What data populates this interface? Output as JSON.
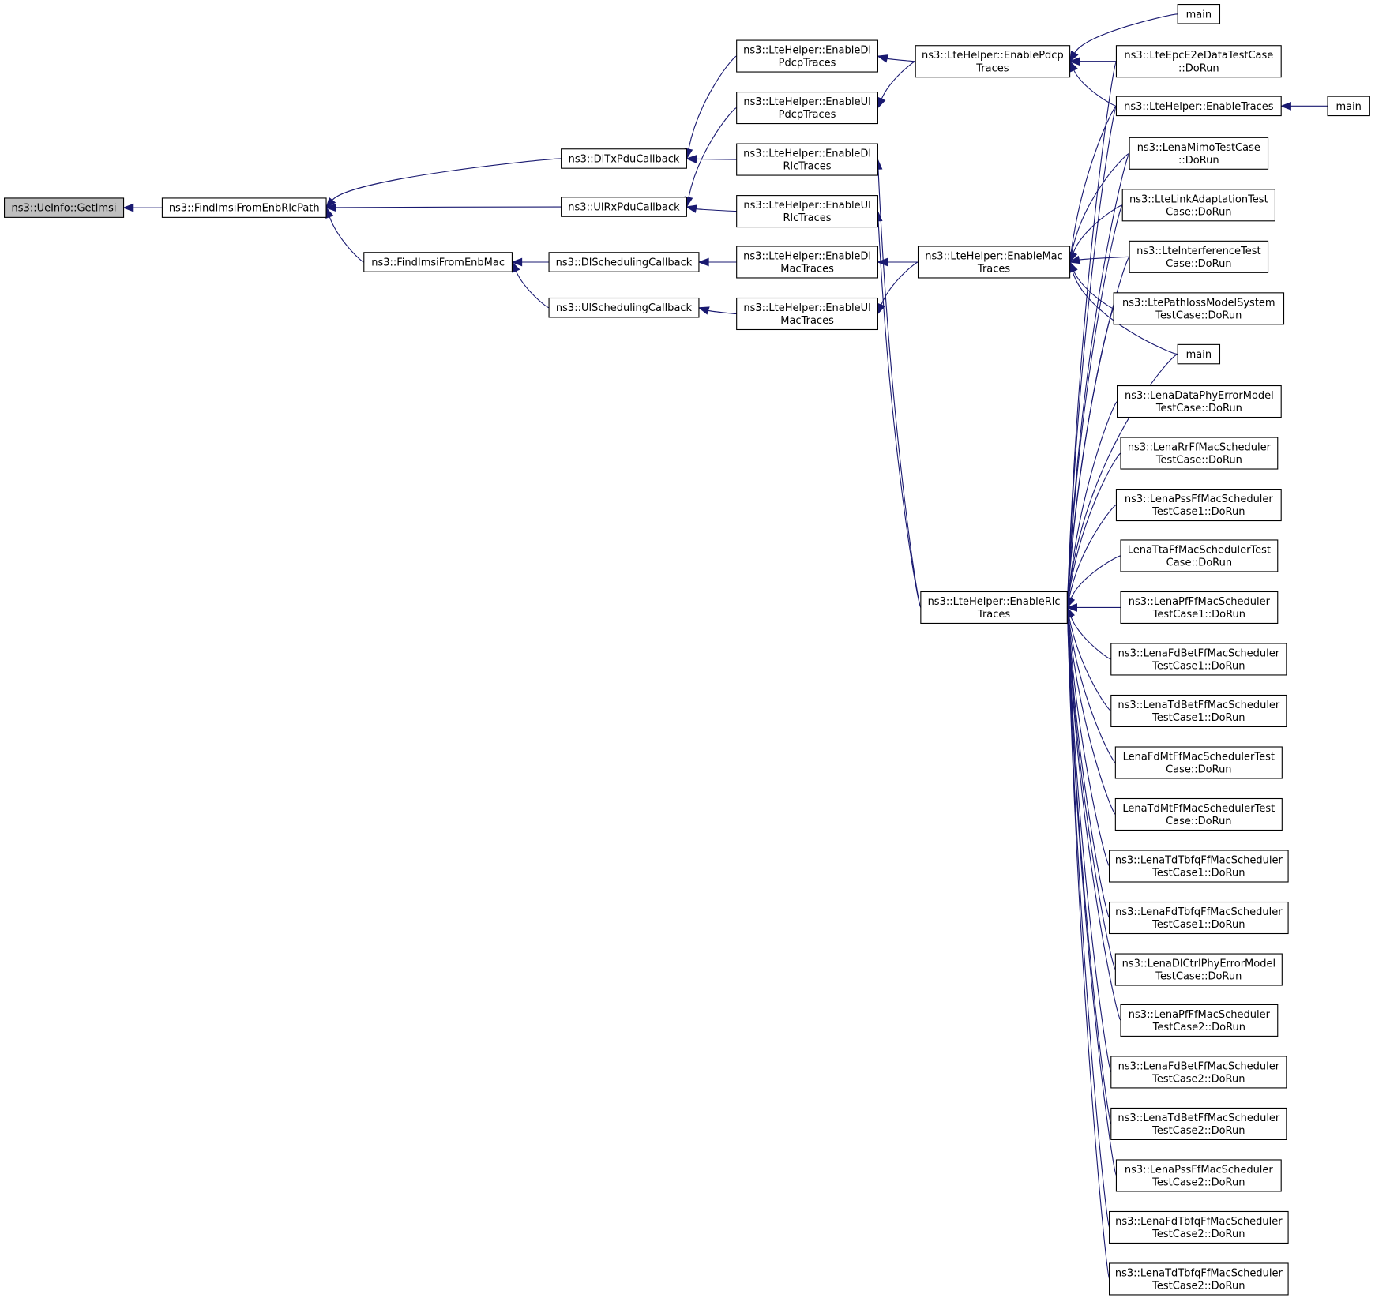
{
  "colors": {
    "edge": "#191970",
    "node_fill": "#ffffff",
    "node_highlight_fill": "#bfbfbf",
    "node_border": "#000000"
  },
  "nodes": {
    "getimsi": {
      "lines": [
        "ns3::UeInfo::GetImsi"
      ],
      "highlight": true
    },
    "findrlc": {
      "lines": [
        "ns3::FindImsiFromEnbRlcPath"
      ]
    },
    "findmac": {
      "lines": [
        "ns3::FindImsiFromEnbMac"
      ]
    },
    "dltx": {
      "lines": [
        "ns3::DlTxPduCallback"
      ]
    },
    "ulrx": {
      "lines": [
        "ns3::UlRxPduCallback"
      ]
    },
    "dlsched": {
      "lines": [
        "ns3::DlSchedulingCallback"
      ]
    },
    "ulsched": {
      "lines": [
        "ns3::UlSchedulingCallback"
      ]
    },
    "dlpdcp": {
      "lines": [
        "ns3::LteHelper::EnableDl",
        "PdcpTraces"
      ]
    },
    "ulpdcp": {
      "lines": [
        "ns3::LteHelper::EnableUl",
        "PdcpTraces"
      ]
    },
    "dlrlc": {
      "lines": [
        "ns3::LteHelper::EnableDl",
        "RlcTraces"
      ]
    },
    "ulrlc": {
      "lines": [
        "ns3::LteHelper::EnableUl",
        "RlcTraces"
      ]
    },
    "dlmac": {
      "lines": [
        "ns3::LteHelper::EnableDl",
        "MacTraces"
      ]
    },
    "ulmac": {
      "lines": [
        "ns3::LteHelper::EnableUl",
        "MacTraces"
      ]
    },
    "pdcp": {
      "lines": [
        "ns3::LteHelper::EnablePdcp",
        "Traces"
      ]
    },
    "mac": {
      "lines": [
        "ns3::LteHelper::EnableMac",
        "Traces"
      ]
    },
    "rlc": {
      "lines": [
        "ns3::LteHelper::EnableRlc",
        "Traces"
      ]
    },
    "main1": {
      "lines": [
        "main"
      ]
    },
    "epc": {
      "lines": [
        "ns3::LteEpcE2eDataTestCase",
        "::DoRun"
      ]
    },
    "traces": {
      "lines": [
        "ns3::LteHelper::EnableTraces"
      ]
    },
    "main2": {
      "lines": [
        "main"
      ]
    },
    "mimo": {
      "lines": [
        "ns3::LenaMimoTestCase",
        "::DoRun"
      ]
    },
    "linkadapt": {
      "lines": [
        "ns3::LteLinkAdaptationTest",
        "Case::DoRun"
      ]
    },
    "interf": {
      "lines": [
        "ns3::LteInterferenceTest",
        "Case::DoRun"
      ]
    },
    "pathloss": {
      "lines": [
        "ns3::LtePathlossModelSystem",
        "TestCase::DoRun"
      ]
    },
    "main3": {
      "lines": [
        "main"
      ]
    },
    "dataphy": {
      "lines": [
        "ns3::LenaDataPhyErrorModel",
        "TestCase::DoRun"
      ]
    },
    "rr": {
      "lines": [
        "ns3::LenaRrFfMacScheduler",
        "TestCase::DoRun"
      ]
    },
    "pss1": {
      "lines": [
        "ns3::LenaPssFfMacScheduler",
        "TestCase1::DoRun"
      ]
    },
    "tta": {
      "lines": [
        "LenaTtaFfMacSchedulerTest",
        "Case::DoRun"
      ]
    },
    "pf1": {
      "lines": [
        "ns3::LenaPfFfMacScheduler",
        "TestCase1::DoRun"
      ]
    },
    "fdbet1": {
      "lines": [
        "ns3::LenaFdBetFfMacScheduler",
        "TestCase1::DoRun"
      ]
    },
    "tdbet1": {
      "lines": [
        "ns3::LenaTdBetFfMacScheduler",
        "TestCase1::DoRun"
      ]
    },
    "fdmt": {
      "lines": [
        "LenaFdMtFfMacSchedulerTest",
        "Case::DoRun"
      ]
    },
    "tdmt": {
      "lines": [
        "LenaTdMtFfMacSchedulerTest",
        "Case::DoRun"
      ]
    },
    "tdtbfq1": {
      "lines": [
        "ns3::LenaTdTbfqFfMacScheduler",
        "TestCase1::DoRun"
      ]
    },
    "fdtbfq1": {
      "lines": [
        "ns3::LenaFdTbfqFfMacScheduler",
        "TestCase1::DoRun"
      ]
    },
    "dlctrl": {
      "lines": [
        "ns3::LenaDlCtrlPhyErrorModel",
        "TestCase::DoRun"
      ]
    },
    "pf2": {
      "lines": [
        "ns3::LenaPfFfMacScheduler",
        "TestCase2::DoRun"
      ]
    },
    "fdbet2": {
      "lines": [
        "ns3::LenaFdBetFfMacScheduler",
        "TestCase2::DoRun"
      ]
    },
    "tdbet2": {
      "lines": [
        "ns3::LenaTdBetFfMacScheduler",
        "TestCase2::DoRun"
      ]
    },
    "pss2": {
      "lines": [
        "ns3::LenaPssFfMacScheduler",
        "TestCase2::DoRun"
      ]
    },
    "fdtbfq2": {
      "lines": [
        "ns3::LenaFdTbfqFfMacScheduler",
        "TestCase2::DoRun"
      ]
    },
    "tdtbfq2": {
      "lines": [
        "ns3::LenaTdTbfqFfMacScheduler",
        "TestCase2::DoRun"
      ]
    }
  },
  "edges": [
    [
      "findrlc",
      "getimsi"
    ],
    [
      "dltx",
      "findrlc"
    ],
    [
      "ulrx",
      "findrlc"
    ],
    [
      "findmac",
      "findrlc"
    ],
    [
      "dlsched",
      "findmac"
    ],
    [
      "ulsched",
      "findmac"
    ],
    [
      "dlpdcp",
      "dltx"
    ],
    [
      "dlrlc",
      "dltx"
    ],
    [
      "ulpdcp",
      "ulrx"
    ],
    [
      "ulrlc",
      "ulrx"
    ],
    [
      "dlmac",
      "dlsched"
    ],
    [
      "ulmac",
      "ulsched"
    ],
    [
      "pdcp",
      "dlpdcp"
    ],
    [
      "pdcp",
      "ulpdcp"
    ],
    [
      "rlc",
      "dlrlc"
    ],
    [
      "rlc",
      "ulrlc"
    ],
    [
      "mac",
      "dlmac"
    ],
    [
      "mac",
      "ulmac"
    ],
    [
      "main1",
      "pdcp"
    ],
    [
      "epc",
      "pdcp"
    ],
    [
      "traces",
      "pdcp"
    ],
    [
      "main2",
      "traces"
    ],
    [
      "traces",
      "mac"
    ],
    [
      "mimo",
      "mac"
    ],
    [
      "linkadapt",
      "mac"
    ],
    [
      "interf",
      "mac"
    ],
    [
      "pathloss",
      "mac"
    ],
    [
      "main3",
      "mac"
    ],
    [
      "epc",
      "rlc"
    ],
    [
      "traces",
      "rlc"
    ],
    [
      "mimo",
      "rlc"
    ],
    [
      "linkadapt",
      "rlc"
    ],
    [
      "interf",
      "rlc"
    ],
    [
      "pathloss",
      "rlc"
    ],
    [
      "main3",
      "rlc"
    ],
    [
      "dataphy",
      "rlc"
    ],
    [
      "rr",
      "rlc"
    ],
    [
      "pss1",
      "rlc"
    ],
    [
      "tta",
      "rlc"
    ],
    [
      "pf1",
      "rlc"
    ],
    [
      "fdbet1",
      "rlc"
    ],
    [
      "tdbet1",
      "rlc"
    ],
    [
      "fdmt",
      "rlc"
    ],
    [
      "tdmt",
      "rlc"
    ],
    [
      "tdtbfq1",
      "rlc"
    ],
    [
      "fdtbfq1",
      "rlc"
    ],
    [
      "dlctrl",
      "rlc"
    ],
    [
      "pf2",
      "rlc"
    ],
    [
      "fdbet2",
      "rlc"
    ],
    [
      "tdbet2",
      "rlc"
    ],
    [
      "pss2",
      "rlc"
    ],
    [
      "fdtbfq2",
      "rlc"
    ],
    [
      "tdtbfq2",
      "rlc"
    ]
  ]
}
